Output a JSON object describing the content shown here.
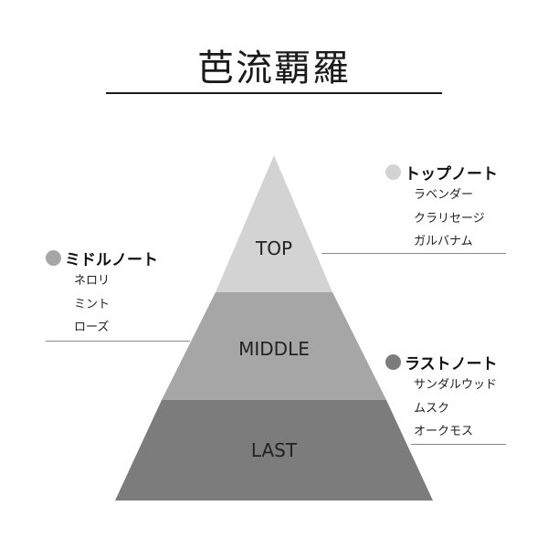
{
  "title": "芭流覇羅",
  "pyramid": {
    "top_label": "TOP",
    "middle_label": "MIDDLE",
    "last_label": "LAST",
    "top_color": "#d3d3d3",
    "middle_color": "#a6a6a6",
    "last_color": "#7c7c7c"
  },
  "notes": {
    "top": {
      "heading": "トップノート",
      "dot_color": "#d3d3d3",
      "items": [
        "ラベンダー",
        "クラリセージ",
        "ガルバナム"
      ]
    },
    "middle": {
      "heading": "ミドルノート",
      "dot_color": "#a6a6a6",
      "items": [
        "ネロリ",
        "ミント",
        "ローズ"
      ]
    },
    "last": {
      "heading": "ラストノート",
      "dot_color": "#7c7c7c",
      "items": [
        "サンダルウッド",
        "ムスク",
        "オークモス"
      ]
    }
  }
}
